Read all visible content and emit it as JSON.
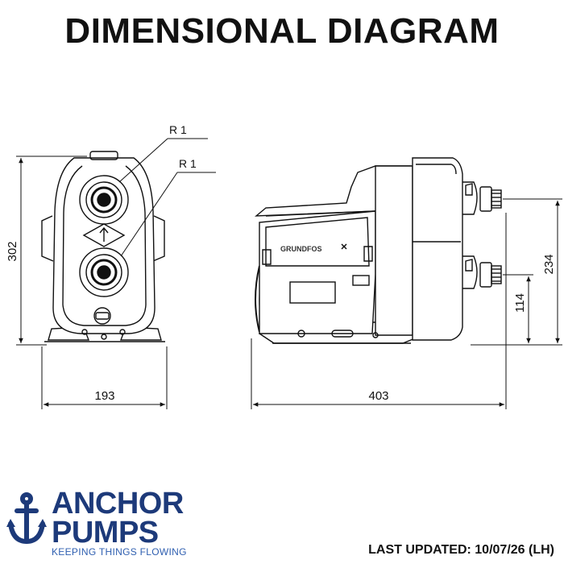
{
  "title": "DIMENSIONAL DIAGRAM",
  "front_view": {
    "radius_labels": [
      "R 1",
      "R 1"
    ],
    "height": "302",
    "width": "193"
  },
  "side_view": {
    "length": "403",
    "outlet_height": "234",
    "inlet_height": "114",
    "brand_marking": "GRUNDFOS"
  },
  "logo": {
    "line1": "ANCHOR",
    "line2": "PUMPS",
    "tagline": "KEEPING THINGS FLOWING",
    "color": "#1d3a7a",
    "tagline_color": "#2f5fb0"
  },
  "last_updated": "LAST UPDATED: 10/07/26 (LH)"
}
